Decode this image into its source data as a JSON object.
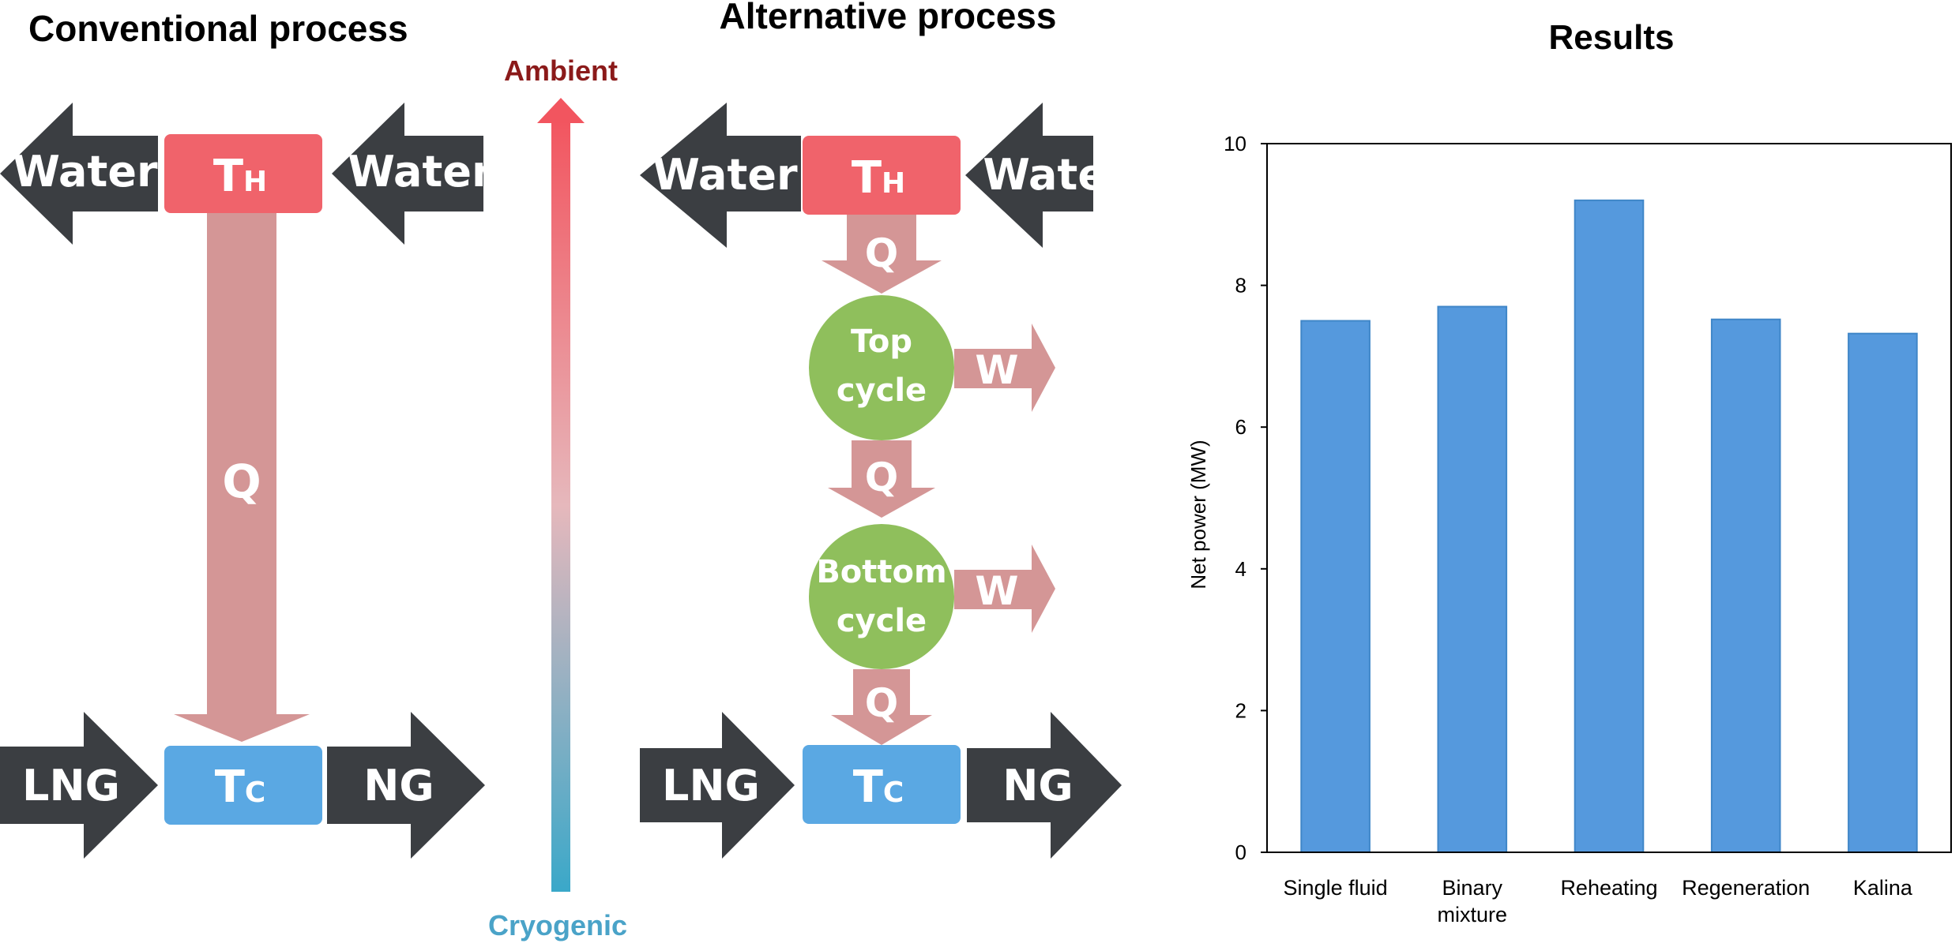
{
  "conventional": {
    "title": "Conventional process",
    "hot_label_main": "T",
    "hot_label_sub": "H",
    "cold_label_main": "T",
    "cold_label_sub": "C",
    "water_in": "Water",
    "water_out": "Water",
    "lng": "LNG",
    "ng": "NG",
    "q": "Q"
  },
  "gradient": {
    "top_label": "Ambient",
    "bottom_label": "Cryogenic"
  },
  "alternative": {
    "title": "Alternative process",
    "hot_label_main": "T",
    "hot_label_sub": "H",
    "cold_label_main": "T",
    "cold_label_sub": "C",
    "water_in": "Water",
    "water_out": "Water",
    "lng": "LNG",
    "ng": "NG",
    "q1": "Q",
    "q2": "Q",
    "q3": "Q",
    "top_cycle_line1": "Top",
    "top_cycle_line2": "cycle",
    "bottom_cycle_line1": "Bottom",
    "bottom_cycle_line2": "cycle",
    "w_top": "W",
    "w_bottom": "W"
  },
  "colors": {
    "hot": "#f0636b",
    "cold": "#5aa8e3",
    "heat_arrow": "#d49696",
    "flow_arrow": "#3b3e42",
    "cycle": "#8fbf5c",
    "bar": "#5599dd",
    "ambient": "#8b1a1a",
    "cryogenic": "#4aa3c8"
  },
  "chart_data": {
    "type": "bar",
    "title": "Results",
    "xlabel": "",
    "ylabel": "Net power (MW)",
    "ylim": [
      0,
      10
    ],
    "yticks": [
      0,
      2,
      4,
      6,
      8,
      10
    ],
    "categories": [
      [
        "Single fluid"
      ],
      [
        "Binary",
        "mixture"
      ],
      [
        "Reheating"
      ],
      [
        "Regeneration"
      ],
      [
        "Kalina"
      ]
    ],
    "values": [
      7.5,
      7.7,
      9.2,
      7.52,
      7.32
    ]
  }
}
